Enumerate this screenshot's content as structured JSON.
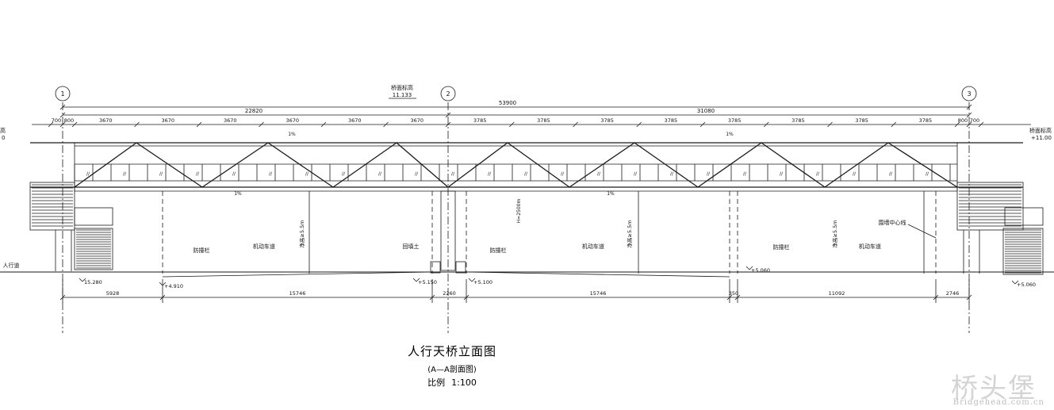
{
  "drawing": {
    "title": "人行天桥立面图",
    "subtitle": "(A—A剖面图)",
    "scale_label": "比例",
    "scale_value": "1:100"
  },
  "axes": [
    "1",
    "2",
    "3"
  ],
  "overall_dims": {
    "total": "53900",
    "left": "22820",
    "right": "31080"
  },
  "bay_dims": {
    "left_edge": [
      "700",
      "800"
    ],
    "left_bays": [
      "3670",
      "3670",
      "3670",
      "3670",
      "3670",
      "3670"
    ],
    "right_bays": [
      "3785",
      "3785",
      "3785",
      "3785",
      "3785",
      "3785",
      "3785",
      "3785"
    ],
    "right_edge": [
      "800",
      "700"
    ]
  },
  "bottom_dims": [
    "5928",
    "15746",
    "2260",
    "15746",
    "350",
    "11092",
    "2746"
  ],
  "elevations": {
    "deck_center": "11.133",
    "deck_left": "桥面标高",
    "deck_right": "+11.00",
    "ground": [
      "15.280",
      "+4.910",
      "+5.150",
      "+5.100",
      "+5.060",
      "+5.060"
    ]
  },
  "labels": {
    "deck_elevation": "桥面标高",
    "deck_elevation_left": "高",
    "deck_elevation_left_value": "0",
    "slope": "1%",
    "sidewalk": "人行道",
    "barrier": "防撞栏",
    "traffic_lane": "机动车道",
    "backfill": "回填土",
    "clearance": "净高≥5.5m",
    "beam_depth": "H=2500m",
    "center_line": "围墙中心线"
  },
  "watermark": {
    "name": "桥头堡",
    "site": "Bridgehead.com.cn"
  }
}
